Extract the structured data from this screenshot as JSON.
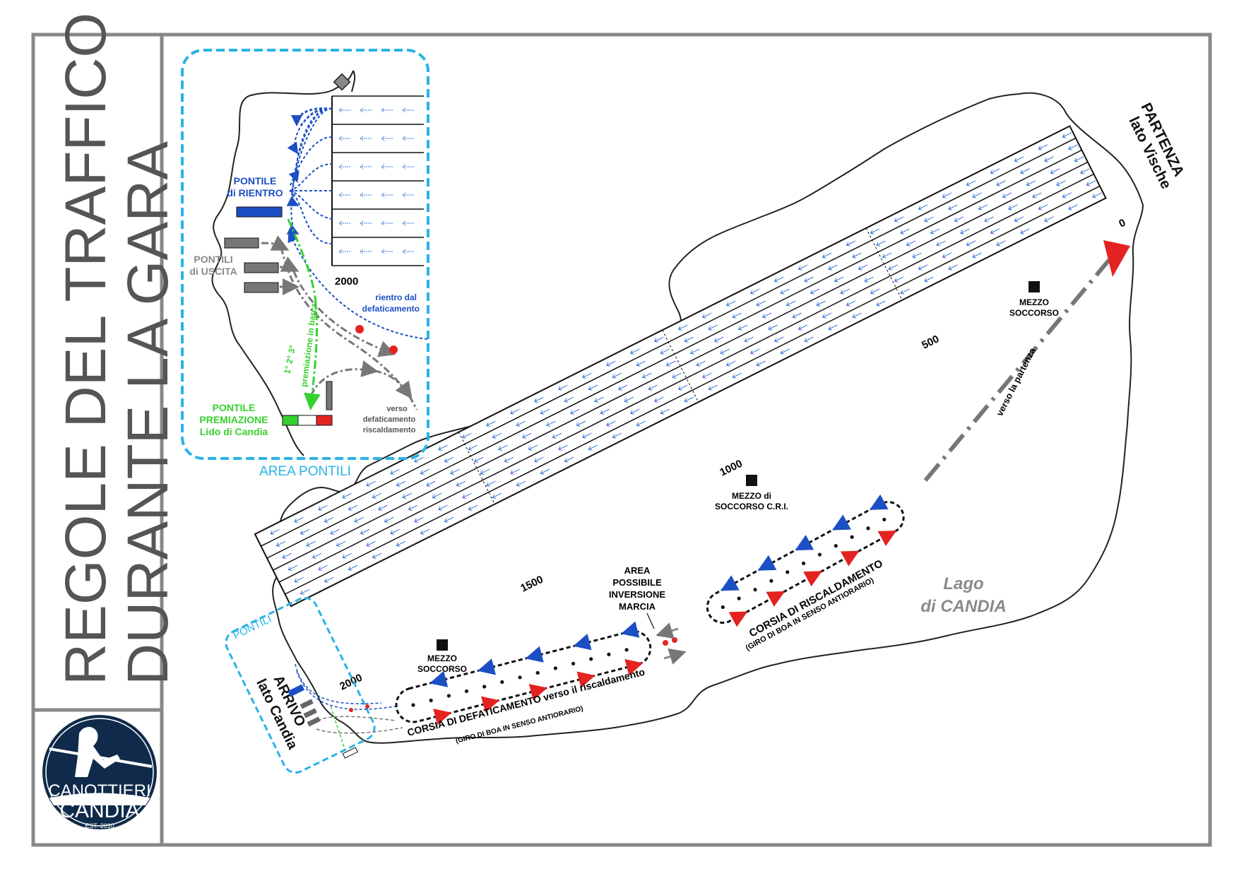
{
  "title": {
    "line1": "REGOLE DEL TRAFFICO",
    "line2": "DURANTE LA GARA"
  },
  "logo": {
    "line1": "CANOTTIERI",
    "line2": "CANDIA",
    "est": "EST. 2010"
  },
  "inset": {
    "area_label": "AREA PONTILI",
    "pontile_rientro": [
      "PONTILE",
      "di RIENTRO"
    ],
    "pontili_uscita": [
      "PONTILI",
      "di USCITA"
    ],
    "pontile_premiazione": [
      "PONTILE",
      "PREMIAZIONE",
      "Lido di Candia"
    ],
    "distance_2000": "2000",
    "rientro": [
      "rientro dal",
      "defaticamento"
    ],
    "verso": [
      "verso",
      "defaticamento",
      "riscaldamento"
    ],
    "podium": "1°  2°  3°",
    "premiazione": "premiazione in barca"
  },
  "map": {
    "partenza": [
      "PARTENZA",
      "lato Vische"
    ],
    "arrivo": [
      "ARRIVO",
      "lato Candia"
    ],
    "pontili": "PONTILI",
    "distances": [
      "0",
      "500",
      "1000",
      "1500",
      "2000"
    ],
    "mezzo_soccorso_top": [
      "MEZZO",
      "SOCCORSO"
    ],
    "mezzo_soccorso_cri": [
      "MEZZO di",
      "SOCCORSO C.R.I."
    ],
    "mezzo_soccorso_bottom": [
      "MEZZO",
      "SOCCORSO"
    ],
    "verso_partenza": "verso la partenza",
    "area_inversione": [
      "AREA",
      "POSSIBILE",
      "INVERSIONE",
      "MARCIA"
    ],
    "lago": [
      "Lago",
      "di CANDIA"
    ],
    "corsia_riscaldamento": "CORSIA DI RISCALDAMENTO",
    "riscaldamento_sub": "(GIRO DI BOA IN SENSO ANTIORARIO)",
    "corsia_defaticamento": "CORSIA DI DEFATICAMENTO verso il riscaldamento",
    "defaticamento_sub": "(GIRO DI BOA IN SENSO ANTIORARIO)"
  },
  "colors": {
    "frame": "#888888",
    "title": "#555555",
    "inset": "#29b3e6",
    "blue": "#1c4fc4",
    "green": "#35d12e",
    "red": "#e52222",
    "logo_bg": "#0f2a4a"
  }
}
